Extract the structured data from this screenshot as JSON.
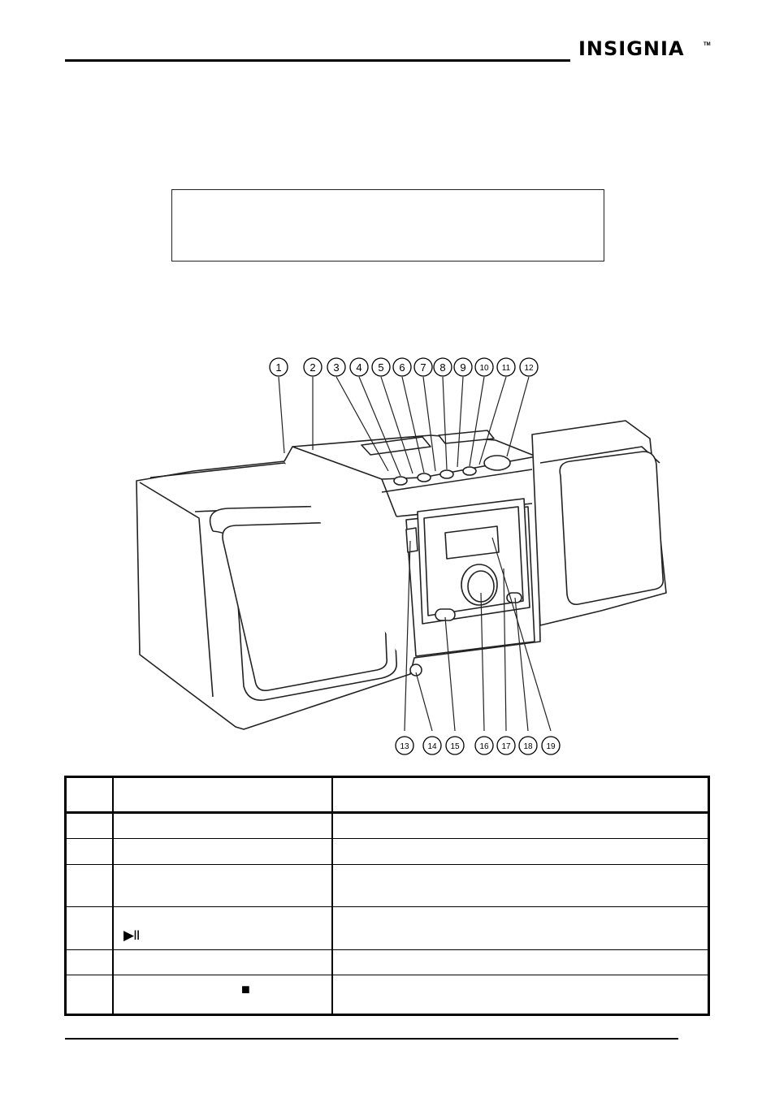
{
  "header": {
    "brand": "INSIGNIA",
    "trademark": "TM"
  },
  "figure": {
    "callouts_top": [
      "1",
      "2",
      "3",
      "4",
      "5",
      "6",
      "7",
      "8",
      "9",
      "10",
      "11",
      "12"
    ],
    "callouts_bottom": [
      "13",
      "14",
      "15",
      "16",
      "17",
      "18",
      "19"
    ]
  },
  "table": {
    "rows": [
      {
        "symbol": ""
      },
      {
        "symbol": ""
      },
      {
        "symbol": ""
      },
      {
        "symbol": "▶II"
      },
      {
        "symbol": ""
      },
      {
        "symbol": "■"
      }
    ]
  }
}
